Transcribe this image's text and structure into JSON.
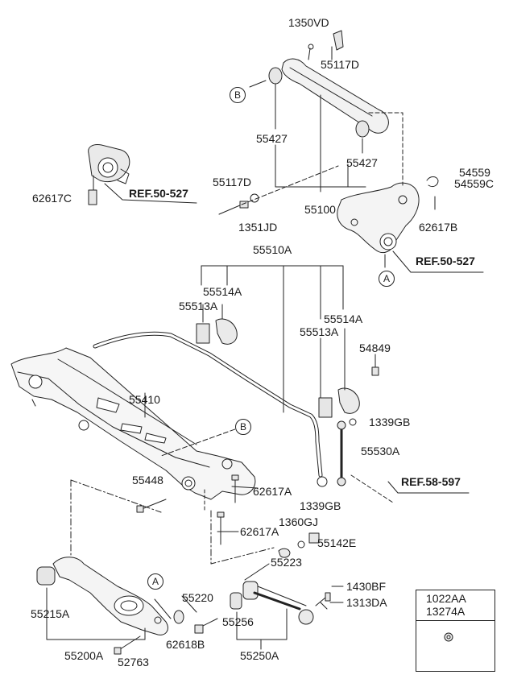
{
  "labels": {
    "l1350VD": "1350VD",
    "l55117D_top": "55117D",
    "l55427_left": "55427",
    "l55427_right": "55427",
    "l62617C": "62617C",
    "l55117D_mid": "55117D",
    "l1351JD": "1351JD",
    "l55100": "55100",
    "l54559": "54559",
    "l54559C": "54559C",
    "l62617B": "62617B",
    "l55510A": "55510A",
    "l55514A_left": "55514A",
    "l55513A_left": "55513A",
    "l55514A_right": "55514A",
    "l55513A_right": "55513A",
    "l54849": "54849",
    "l55410": "55410",
    "l1339GB_top": "1339GB",
    "l55530A": "55530A",
    "l55448": "55448",
    "l62617A_1": "62617A",
    "l1339GB_bot": "1339GB",
    "l62617A_2": "62617A",
    "l1360GJ": "1360GJ",
    "l55142E": "55142E",
    "l55223": "55223",
    "l1430BF": "1430BF",
    "l1313DA": "1313DA",
    "l55215A": "55215A",
    "l55220": "55220",
    "l55256": "55256",
    "l62618B": "62618B",
    "l55200A": "55200A",
    "l52763": "52763",
    "l55250A": "55250A"
  },
  "references": {
    "ref_top_left": "REF.50-527",
    "ref_mid_right": "REF.50-527",
    "ref_bottom_right": "REF.58-597"
  },
  "callouts": {
    "b_top": "B",
    "b_mid": "B",
    "a_right": "A",
    "a_bottom": "A"
  },
  "legend": {
    "line1": "1022AA",
    "line2": "13274A"
  }
}
